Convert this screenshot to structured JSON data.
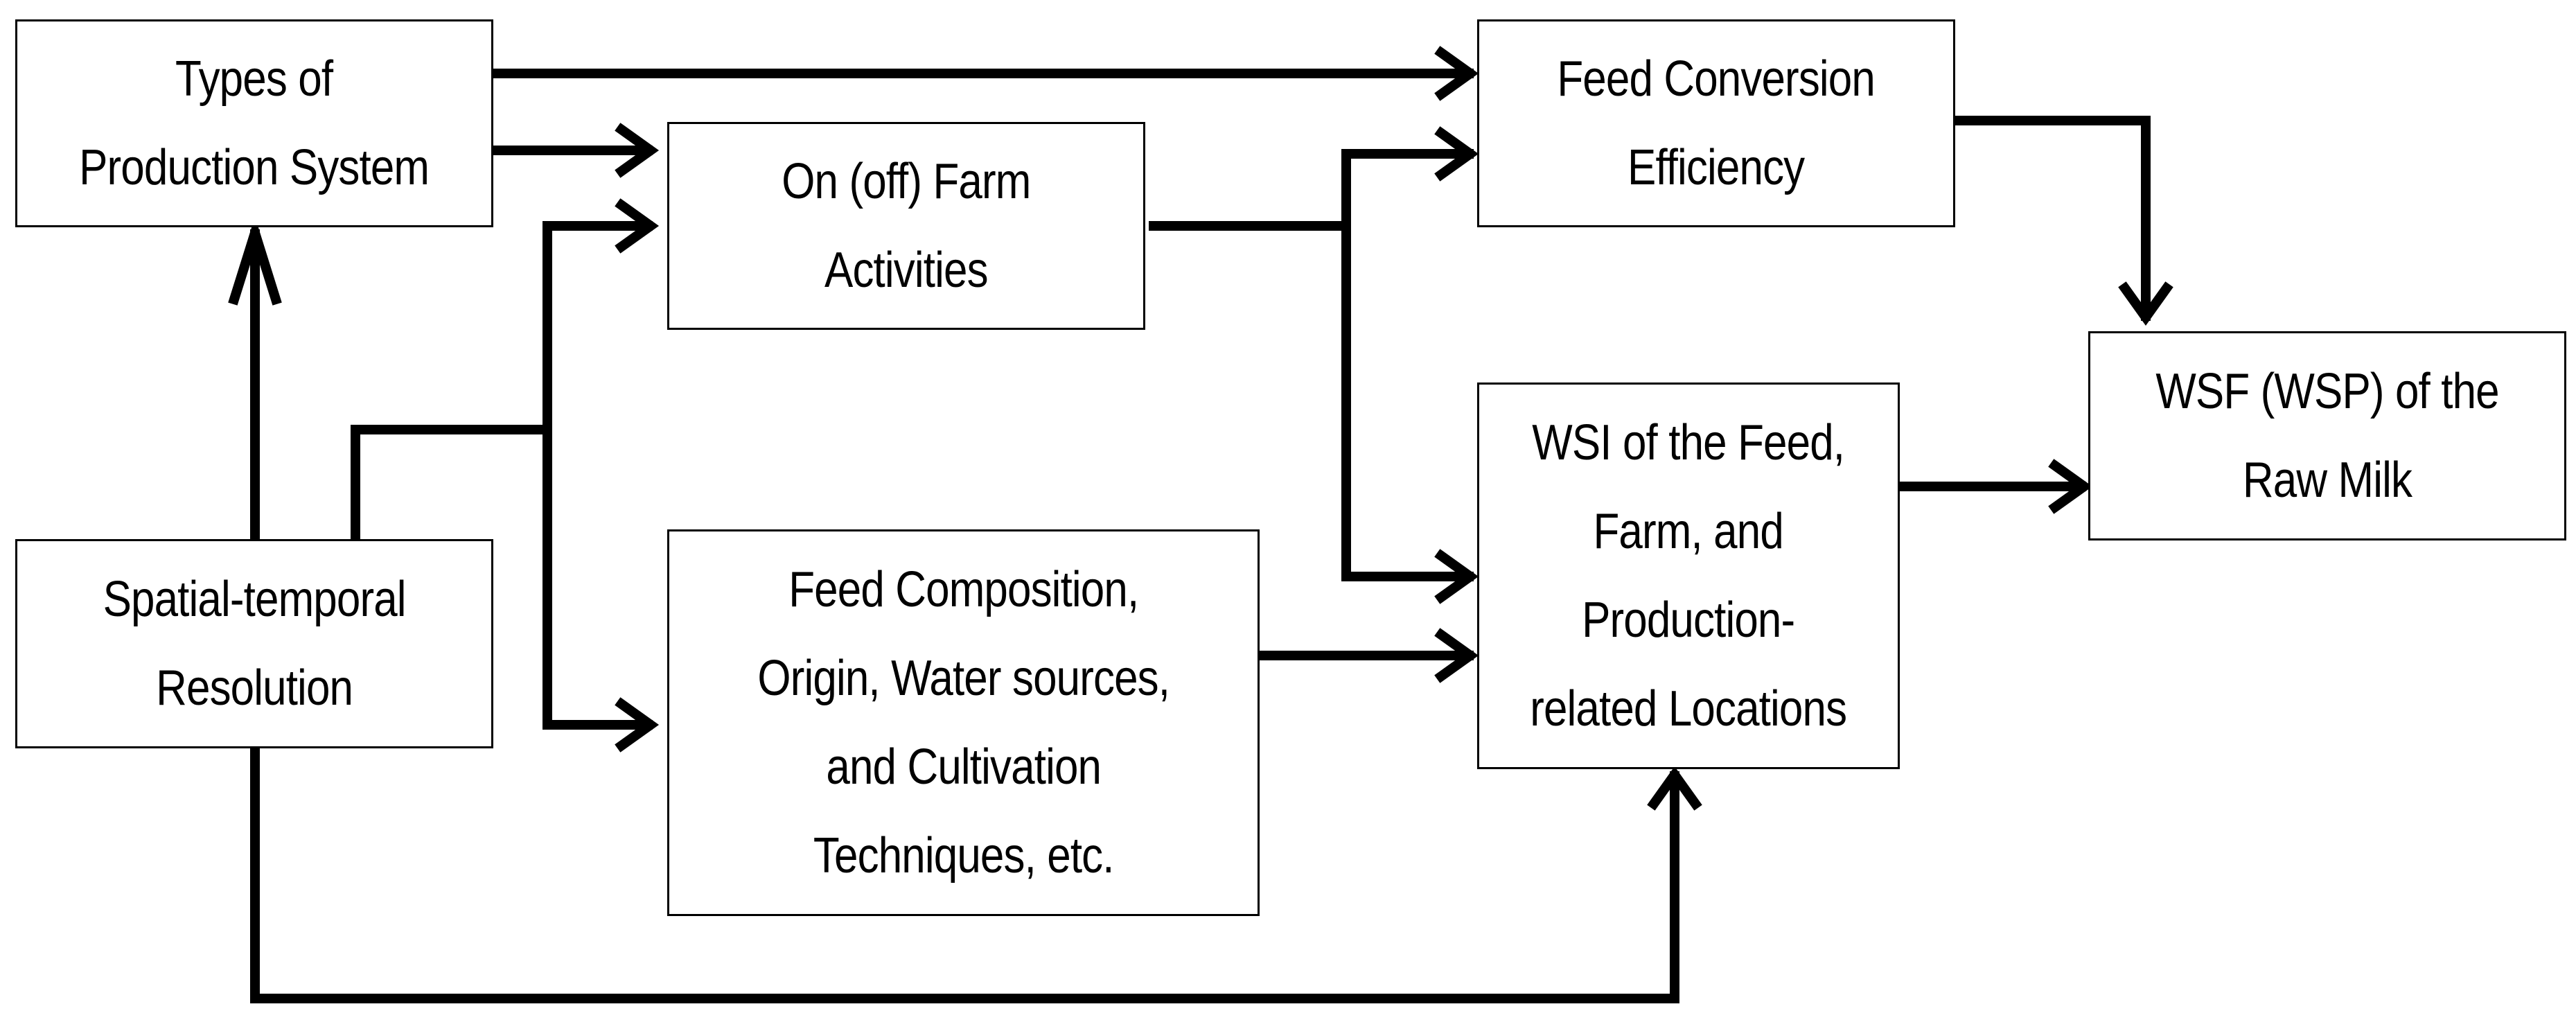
{
  "diagram": {
    "nodes": {
      "production_system": {
        "label": "Types of\nProduction System"
      },
      "farm_activities": {
        "label": "On (off) Farm\nActivities"
      },
      "feed_conversion": {
        "label": "Feed Conversion\nEfficiency"
      },
      "spatial_temporal": {
        "label": "Spatial-temporal\nResolution"
      },
      "feed_composition": {
        "label": "Feed Composition,\nOrigin, Water sources,\nand Cultivation\nTechniques, etc."
      },
      "wsi_locations": {
        "label": "WSI of the Feed,\nFarm, and\nProduction-\nrelated Locations"
      },
      "wsf_raw_milk": {
        "label": "WSF (WSP) of the\nRaw Milk"
      }
    },
    "colors": {
      "line": "#000000",
      "box_border": "#000000",
      "box_fill": "#ffffff",
      "text": "#000000",
      "background": "#ffffff"
    }
  }
}
